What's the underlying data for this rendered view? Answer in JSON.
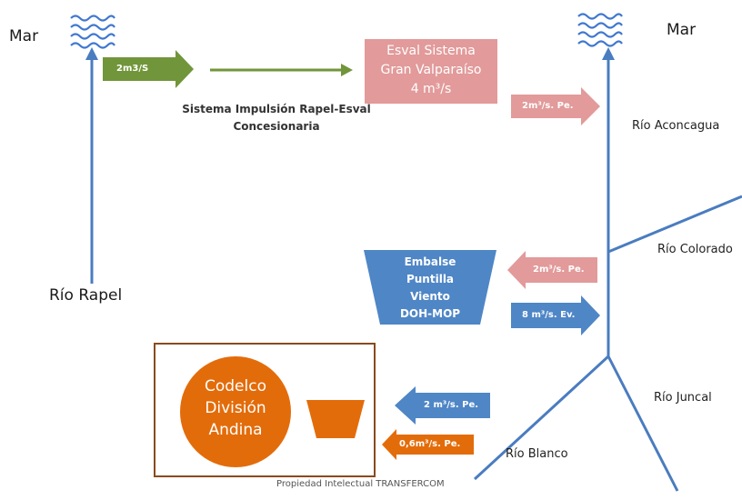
{
  "labels": {
    "mar_left": "Mar",
    "mar_right": "Mar",
    "rio_rapel": "Río Rapel",
    "rio_aconcagua": "Río Aconcagua",
    "rio_colorado": "Río Colorado",
    "rio_juncal": "Río Juncal",
    "rio_blanco": "Río Blanco"
  },
  "arrows": {
    "green_flow": "2m3/S",
    "esval_out": "2m³/s. Pe.",
    "embalse_in": "2m³/s. Pe.",
    "embalse_out": "8 m³/s. Ev.",
    "andina_upper": "2 m³/s. Pe.",
    "andina_lower": "0,6m³/s. Pe."
  },
  "boxes": {
    "esval_line1": "Esval Sistema",
    "esval_line2": "Gran Valparaíso",
    "esval_line3": "4 m³/s",
    "embalse_line1": "Embalse",
    "embalse_line2": "Puntilla",
    "embalse_line3": "Viento",
    "embalse_line4": "DOH-MOP",
    "codelco_line1": "Codelco",
    "codelco_line2": "División",
    "codelco_line3": "Andina"
  },
  "caption": {
    "line1": "Sistema Impulsión Rapel-Esval",
    "line2": "Concesionaria"
  },
  "footer": "Propiedad Intelectual  TRANSFERCOM",
  "colors": {
    "river_blue": "#4a7cc0",
    "wave_blue": "#3f78d0",
    "green": "#71953a",
    "pink": "#e29a9a",
    "steel_blue": "#4f86c6",
    "orange": "#e36c0a",
    "frame_brown": "#8a4a1c"
  }
}
